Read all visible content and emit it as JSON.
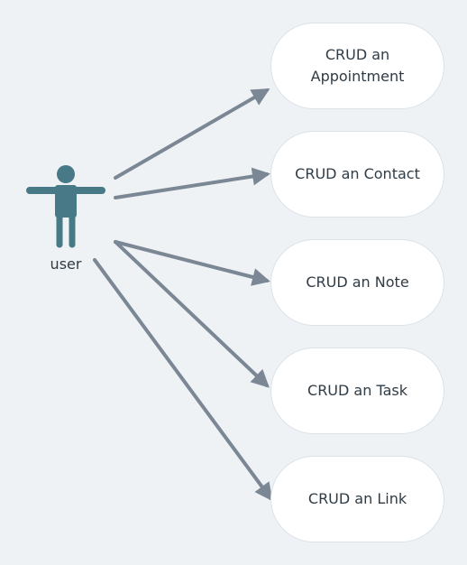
{
  "actor": {
    "label": "user",
    "icon": "person-icon",
    "color": "#477a86"
  },
  "use_cases": [
    {
      "label": "CRUD an Appointment"
    },
    {
      "label": "CRUD an Contact"
    },
    {
      "label": "CRUD an Note"
    },
    {
      "label": "CRUD an Task"
    },
    {
      "label": "CRUD an Link"
    }
  ],
  "connections": [
    {
      "from": "user",
      "to": "CRUD an Appointment"
    },
    {
      "from": "user",
      "to": "CRUD an Contact"
    },
    {
      "from": "user",
      "to": "CRUD an Note"
    },
    {
      "from": "user",
      "to": "CRUD an Task"
    },
    {
      "from": "user",
      "to": "CRUD an Link"
    }
  ],
  "colors": {
    "background": "#eef2f5",
    "arrow": "#7b8794",
    "node_fill": "#ffffff",
    "text": "#2f3b45"
  }
}
